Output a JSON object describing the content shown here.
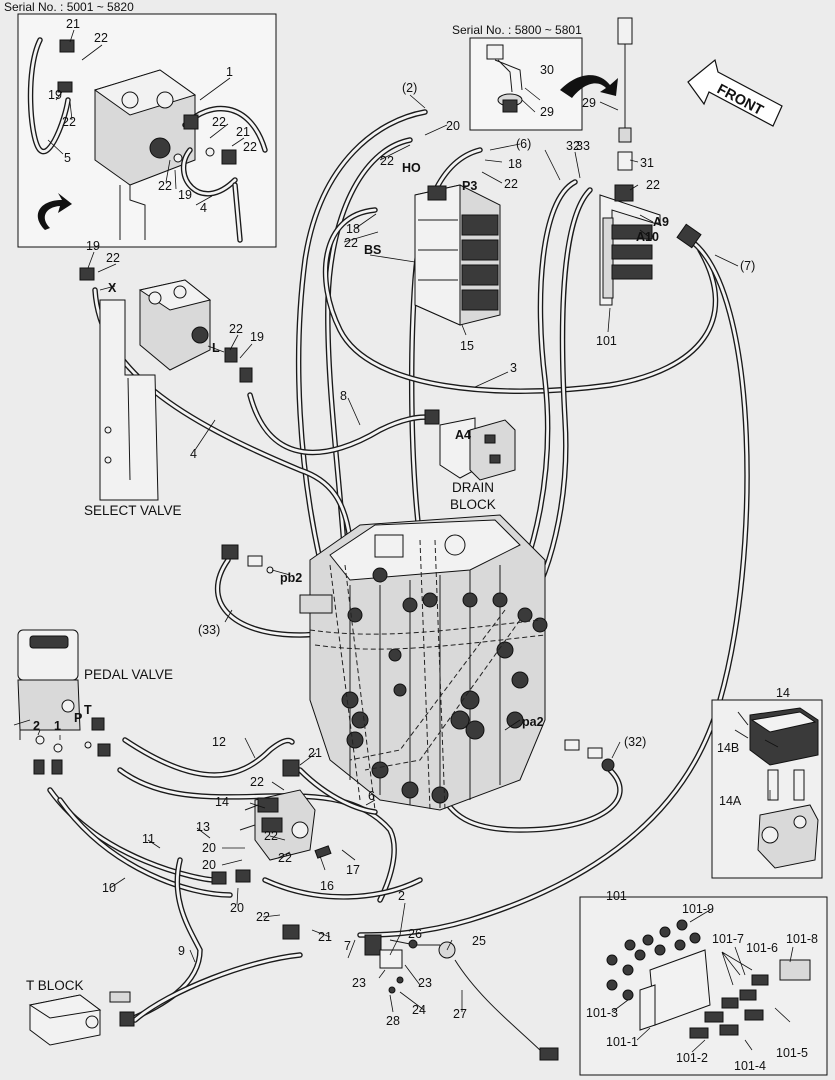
{
  "serial_main": "Serial No. : 5001 ~ 5820",
  "serial_switch": "Serial No. : 5800 ~ 5801",
  "captions": {
    "front": "FRONT",
    "select_valve": "SELECT VALVE",
    "drain_block_1": "DRAIN",
    "drain_block_2": "BLOCK",
    "pedal_valve": "PEDAL VALVE",
    "t_block": "T BLOCK"
  },
  "port_labels": {
    "HO": "HO",
    "P3": "P3",
    "BS": "BS",
    "A9": "A9",
    "A10": "A10",
    "A4": "A4",
    "X": "X",
    "L": "L",
    "pb2": "pb2",
    "pa2": "pa2",
    "P": "P",
    "T": "T"
  },
  "part_labels": {
    "p1": "1",
    "p2a": "(2)",
    "p2b": "2",
    "p3": "3",
    "p4a": "4",
    "p4b": "4",
    "p5": "5",
    "p6a": "(6)",
    "p6b": "6",
    "p7a": "(7)",
    "p7b": "7",
    "p8": "8",
    "p9": "9",
    "p10": "10",
    "p11": "11",
    "p12": "12",
    "p13": "13",
    "p14a": "14",
    "p14b": "14",
    "p14A": "14A",
    "p14B": "14B",
    "p15": "15",
    "p16": "16",
    "p17": "17",
    "p18a": "18",
    "p18b": "18",
    "p19a": "19",
    "p19b": "19",
    "p19c": "19",
    "p19d": "19",
    "p20a": "20",
    "p20b": "20",
    "p20c": "20",
    "p20d": "20",
    "p21a": "21",
    "p21b": "21",
    "p21c": "21",
    "p21d": "21",
    "p22a": "22",
    "p22b": "22",
    "p22c": "22",
    "p22d": "22",
    "p22e": "22",
    "p22f": "22",
    "p22g": "22",
    "p22h": "22",
    "p22i": "22",
    "p22j": "22",
    "p22k": "22",
    "p22l": "22",
    "p22m": "22",
    "p23a": "23",
    "p23b": "23",
    "p24": "24",
    "p25": "25",
    "p26": "26",
    "p27": "27",
    "p28": "28",
    "p29a": "29",
    "p29b": "29",
    "p30": "30",
    "p31": "31",
    "p32a": "32",
    "p32b": "(32)",
    "p33a": "33",
    "p33b": "(33)",
    "p101a": "101",
    "p101b": "101",
    "p101_1": "101-1",
    "p101_2": "101-2",
    "p101_3": "101-3",
    "p101_4": "101-4",
    "p101_5": "101-5",
    "p101_6": "101-6",
    "p101_7": "101-7",
    "p101_8": "101-8",
    "p101_9": "101-9",
    "p_one": "1",
    "p_two": "2"
  }
}
